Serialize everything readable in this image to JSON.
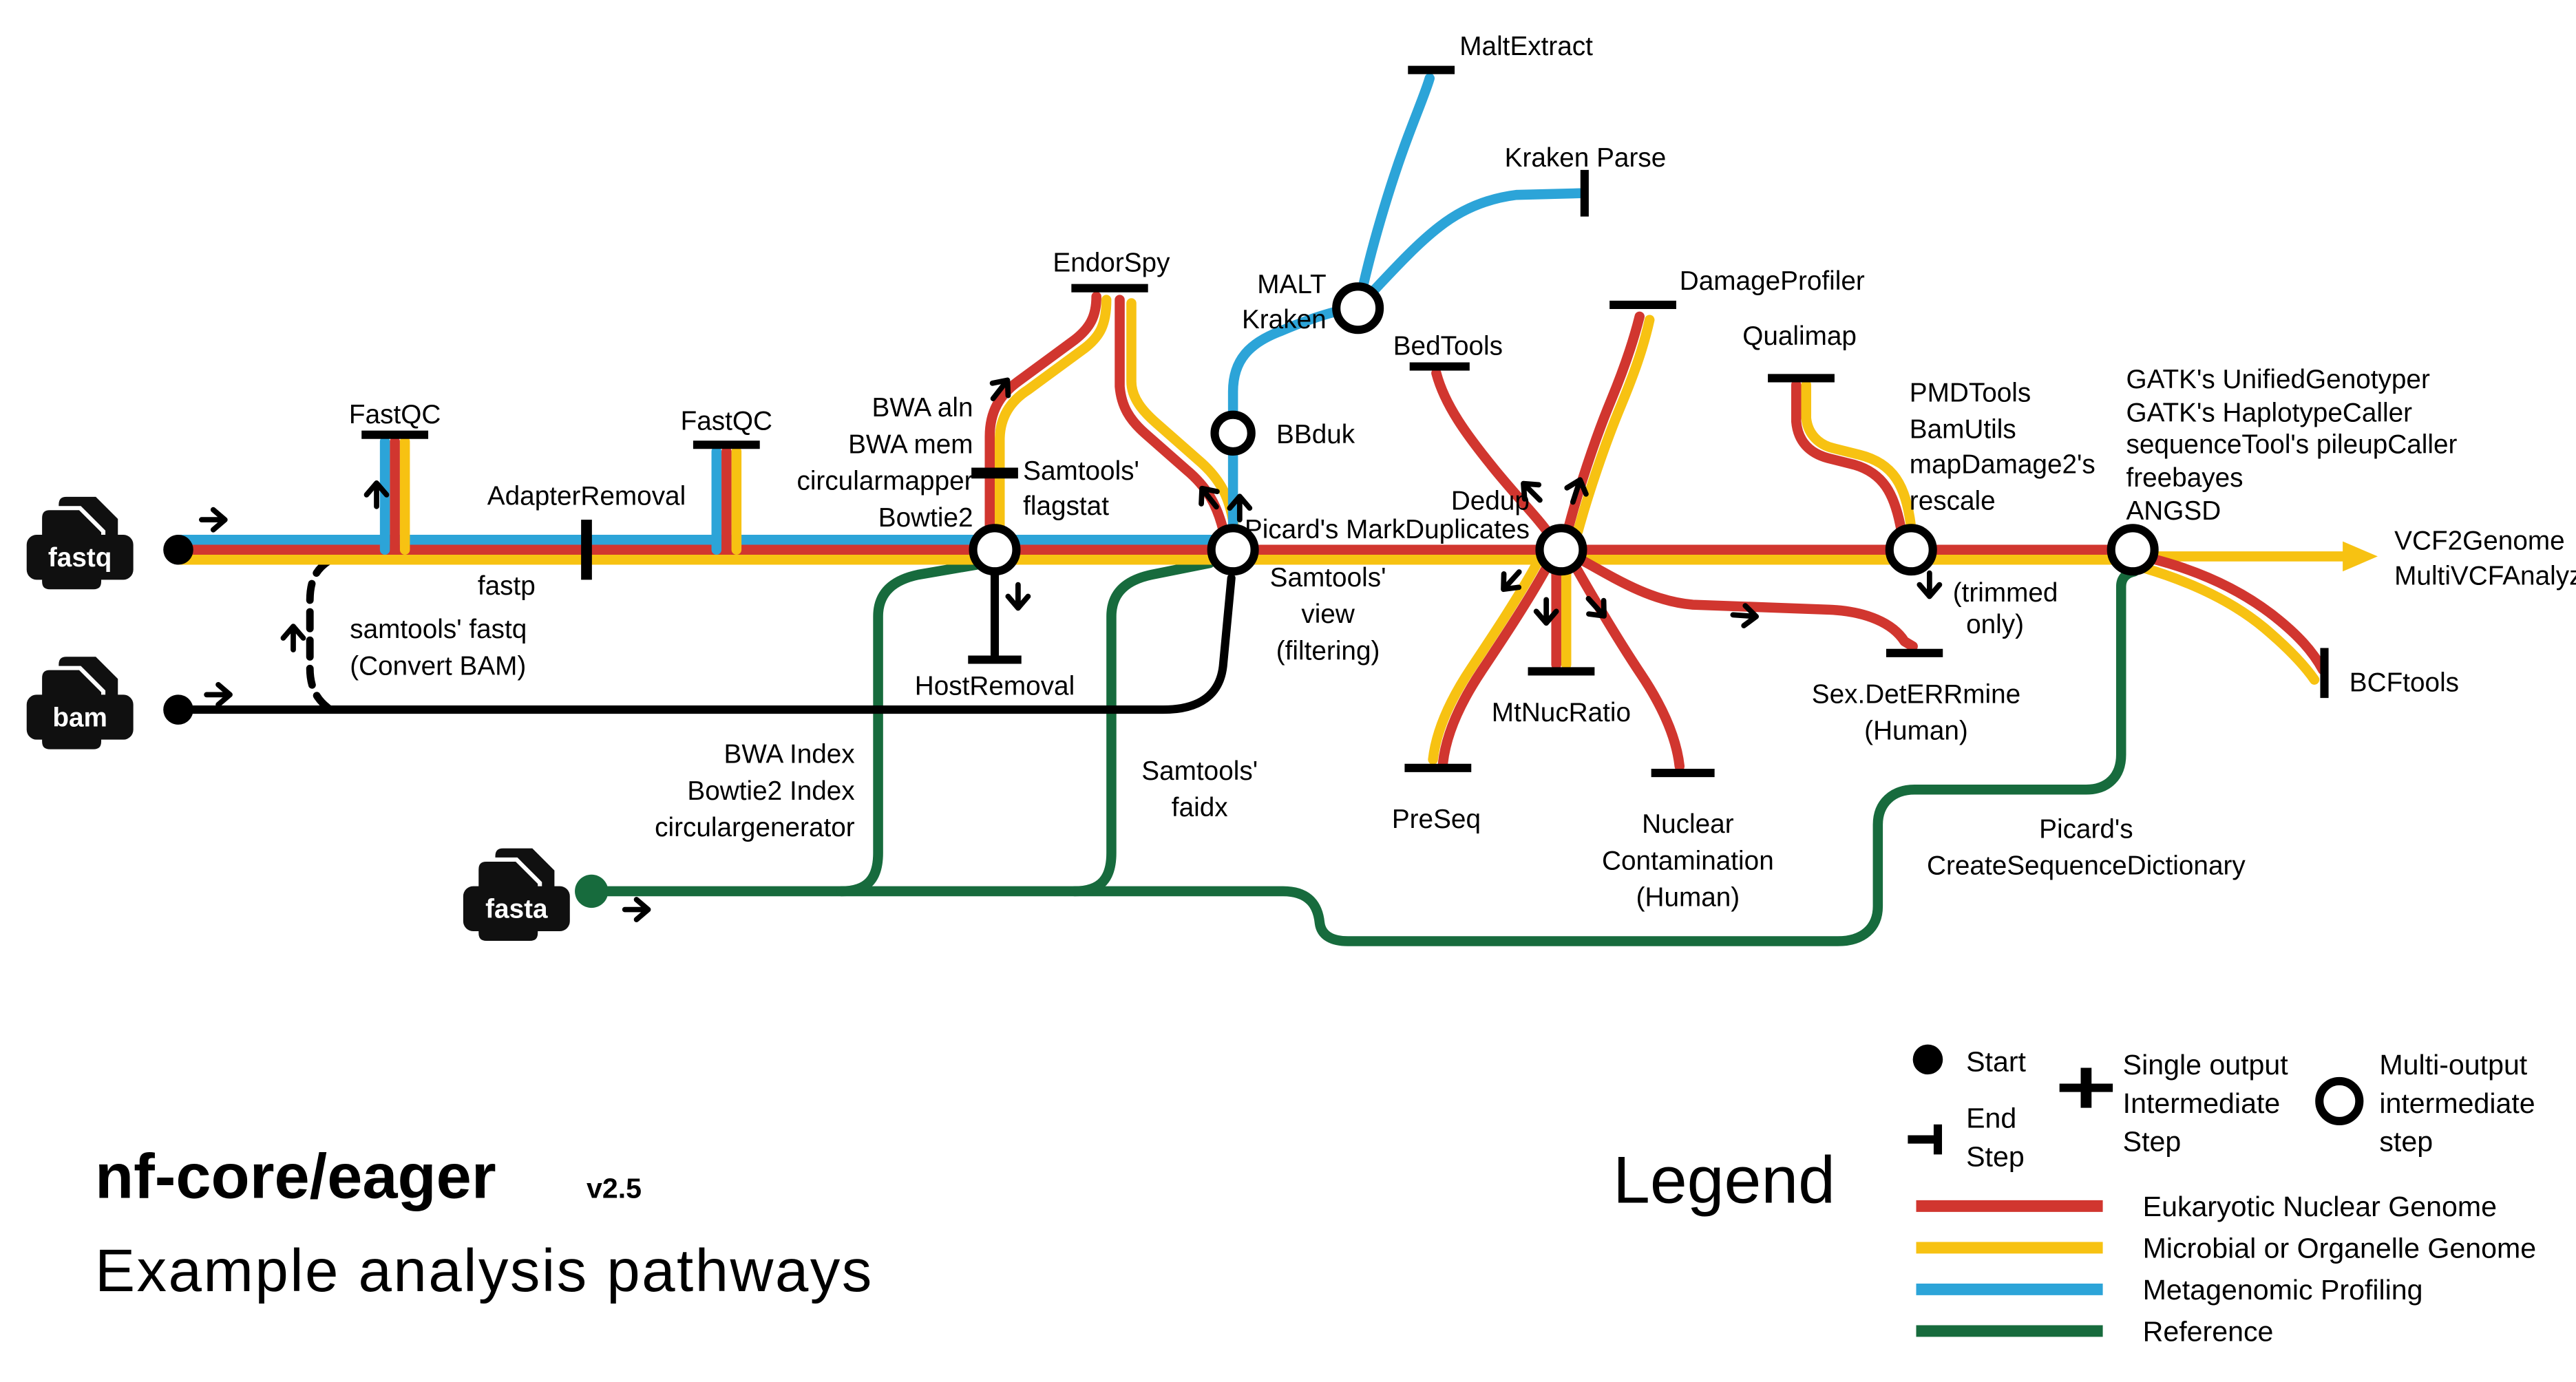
{
  "colors": {
    "red": "#d1362f",
    "yellow": "#f7c212",
    "blue": "#2ca4d8",
    "green": "#176b3d"
  },
  "title": {
    "name": "nf-core/eager",
    "version": "v2.5",
    "subtitle": "Example analysis pathways"
  },
  "file_inputs": {
    "fastq": "fastq",
    "bam": "bam",
    "fasta": "fasta"
  },
  "stations": {
    "fastqc1": "FastQC",
    "adapter_removal": "AdapterRemoval",
    "fastp": "fastp",
    "convert_bam_l1": "samtools' fastq",
    "convert_bam_l2": "(Convert BAM)",
    "fastqc2": "FastQC",
    "mapper_l1": "BWA aln",
    "mapper_l2": "BWA mem",
    "mapper_l3": "circularmapper",
    "mapper_l4": "Bowtie2",
    "flagstat_l1": "Samtools'",
    "flagstat_l2": "flagstat",
    "endorspy": "EndorSpy",
    "host_removal": "HostRemoval",
    "view_l1": "Samtools'",
    "view_l2": "view",
    "view_l3": "(filtering)",
    "bbduk": "BBduk",
    "malt_l1": "MALT",
    "malt_l2": "Kraken",
    "maltextract": "MaltExtract",
    "kraken_parse": "Kraken Parse",
    "dedup_l1": "Dedup",
    "dedup_l2": "Picard's MarkDuplicates",
    "bedtools": "BedTools",
    "damageprofiler": "DamageProfiler",
    "qualimap": "Qualimap",
    "mtnucratio": "MtNucRatio",
    "preseq": "PreSeq",
    "nuclear_l1": "Nuclear",
    "nuclear_l2": "Contamination",
    "nuclear_l3": "(Human)",
    "sexdet_l1": "Sex.DetERRmine",
    "sexdet_l2": "(Human)",
    "pmd_l1": "PMDTools",
    "pmd_l2": "BamUtils",
    "pmd_l3": "mapDamage2's",
    "pmd_l4": "rescale",
    "trimmed_l1": "(trimmed",
    "trimmed_l2": "only)",
    "genotyper_l1": "GATK's UnifiedGenotyper",
    "genotyper_l2": "GATK's HaplotypeCaller",
    "genotyper_l3": "sequenceTool's pileupCaller",
    "genotyper_l4": "freebayes",
    "genotyper_l5": "ANGSD",
    "vcf_l1": "VCF2Genome",
    "vcf_l2": "MultiVCFAnalyzer",
    "bcftools": "BCFtools",
    "bwa_index_l1": "BWA Index",
    "bwa_index_l2": "Bowtie2 Index",
    "bwa_index_l3": "circulargenerator",
    "faidx_l1": "Samtools'",
    "faidx_l2": "faidx",
    "seqdict_l1": "Picard's",
    "seqdict_l2": "CreateSequenceDictionary"
  },
  "legend": {
    "heading": "Legend",
    "start": "Start",
    "end_l1": "End",
    "end_l2": "Step",
    "single_l1": "Single output",
    "single_l2": "Intermediate",
    "single_l3": "Step",
    "multi_l1": "Multi-output",
    "multi_l2": "intermediate",
    "multi_l3": "step",
    "line_red": "Eukaryotic Nuclear Genome",
    "line_yellow": "Microbial or Organelle Genome",
    "line_blue": "Metagenomic Profiling",
    "line_green": "Reference"
  }
}
